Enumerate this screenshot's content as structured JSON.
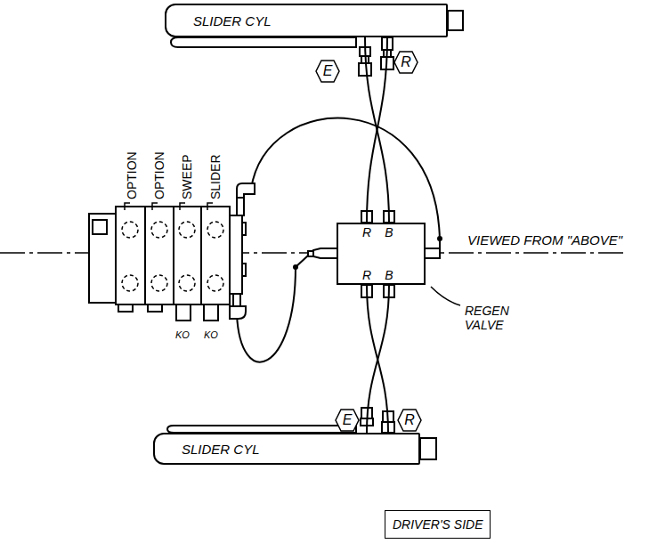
{
  "diagram": {
    "nodes": [
      {
        "text": [
          "SLIDER CYL"
        ]
      },
      {
        "text": [
          "E"
        ]
      },
      {
        "text": [
          "R"
        ]
      },
      {
        "text": [
          "R",
          "B",
          "R",
          "B"
        ]
      },
      {
        "text": [
          "E"
        ]
      },
      {
        "text": [
          "R"
        ]
      },
      {
        "text": [
          "SLIDER CYL"
        ]
      },
      {
        "text": [
          "DRIVER'S SIDE"
        ]
      }
    ],
    "edges": [
      {
        "from": 3,
        "to": 0,
        "arrow": "none"
      },
      {
        "from": 3,
        "to": 0,
        "arrow": "none"
      },
      {
        "from": 3,
        "to": 6,
        "arrow": "none"
      },
      {
        "from": 3,
        "to": 6,
        "arrow": "none"
      }
    ],
    "labels": [
      "OPTION",
      "OPTION",
      "SWEEP",
      "SLIDER",
      "KO",
      "KO",
      "VIEWED FROM \"ABOVE\"",
      "REGEN VALVE"
    ]
  }
}
